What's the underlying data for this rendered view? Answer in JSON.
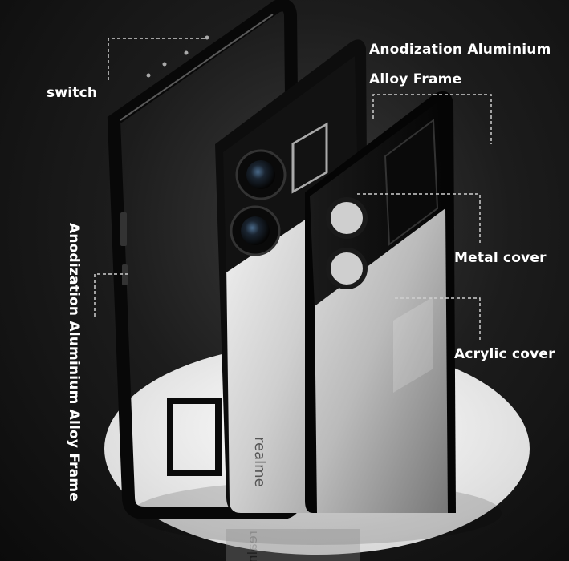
{
  "labels": {
    "switch": "switch",
    "frame_line1": "Anodization Aluminium",
    "frame_line2": "Alloy Frame",
    "metal_cover": "Metal cover",
    "acrylic_cover": "Acrylic cover",
    "side_frame": "Anodization Aluminium Alloy Frame"
  },
  "phone_text": {
    "brand": "realme",
    "brand_reflection": "realme"
  },
  "colors": {
    "background": "#1c1c1c",
    "label": "#ffffff",
    "frame": "#0a0a0a",
    "phone_back": "#d8d8d8",
    "pedestal": "#f2f2f2"
  }
}
